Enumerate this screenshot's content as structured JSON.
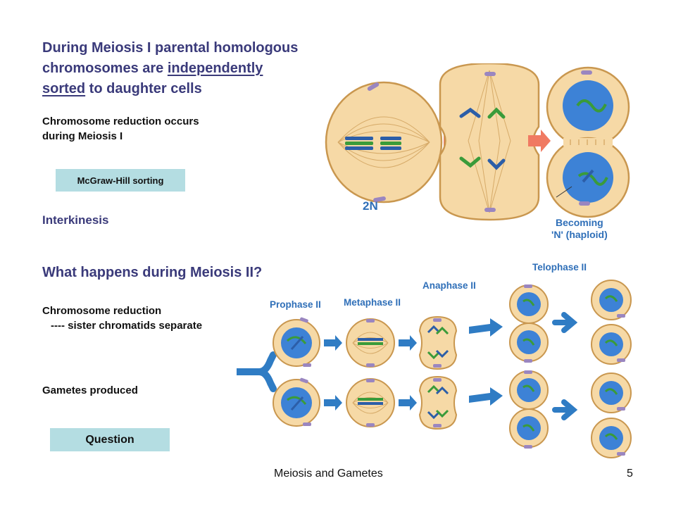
{
  "slide": {
    "heading_line1": "During Meiosis I parental homologous",
    "heading_line2_pre": "chromosomes are ",
    "heading_line2_u": "independently ",
    "heading_line3_u": "sorted",
    "heading_line3_post": " to daughter cells",
    "reduction_line1": "Chromosome reduction occurs",
    "reduction_line2": "during Meiosis I",
    "sorting_button": "McGraw-Hill sorting",
    "interkinesis": "Interkinesis",
    "meiosis2_heading": "What happens during Meiosis II?",
    "m2_reduction": "Chromosome reduction",
    "m2_sister": "---- sister chromatids separate",
    "gametes": "Gametes produced",
    "question_button": "Question",
    "footer_title": "Meiosis and Gametes",
    "page_number": "5"
  },
  "figure_top": {
    "label_2n": "2N",
    "becoming_line1": "Becoming",
    "becoming_line2": "'N' (haploid)"
  },
  "figure_bottom": {
    "prophase": "Prophase II",
    "metaphase": "Metaphase II",
    "anaphase": "Anaphase II",
    "telophase": "Telophase II"
  },
  "colors": {
    "heading": "#3a3a7a",
    "button_bg": "#b4dde2",
    "cell_fill": "#f6d9a6",
    "cell_stroke": "#c9974f",
    "nucleus": "#3d82d6",
    "arrow_red": "#f07a62",
    "arrow_blue": "#2f7cc4",
    "chrom_green": "#3a9b3a",
    "chrom_blue": "#2c5ea8",
    "centrosome": "#9a86c0"
  }
}
